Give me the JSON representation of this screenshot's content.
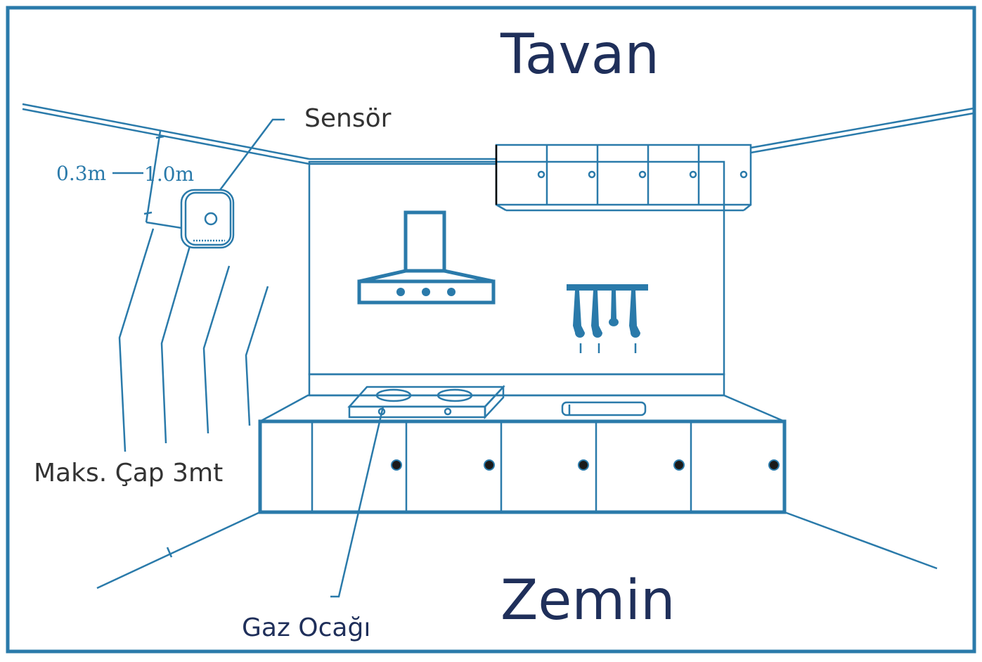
{
  "labels": {
    "ceiling": "Tavan",
    "floor": "Zemin",
    "sensor": "Sensör",
    "distance_min": "0.3m",
    "distance_max": "1.0m",
    "max_diameter": "Maks. Çap 3mt",
    "gas_stove": "Gaz Ocağı"
  },
  "colors": {
    "line": "#2a7aaa",
    "heading": "#1f2f5a",
    "text": "#333333"
  }
}
